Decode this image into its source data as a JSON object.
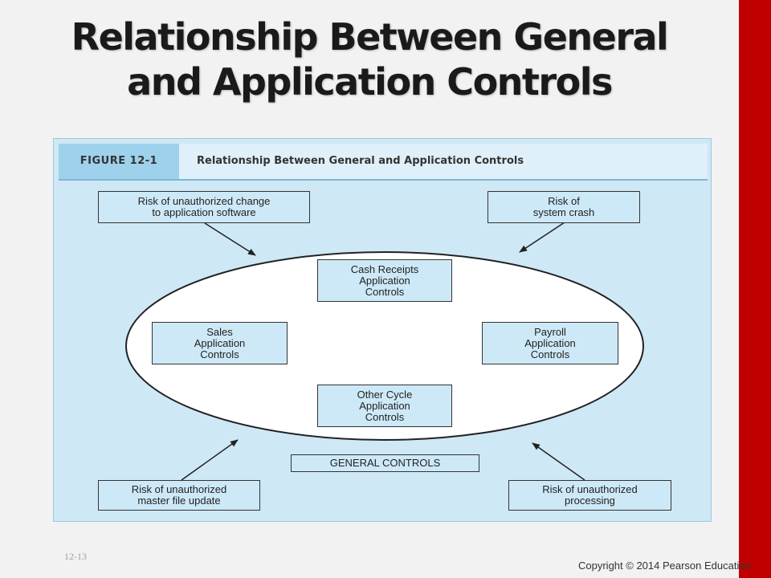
{
  "slide": {
    "title_line1": "Relationship Between General",
    "title_line2": "and Application Controls",
    "slide_number": "12-13",
    "copyright": "Copyright © 2014 Pearson Education"
  },
  "figure": {
    "number": "FIGURE 12-1",
    "title": "Relationship Between General and Application Controls"
  },
  "risks": {
    "top_left": [
      "Risk of unauthorized change",
      "to application software"
    ],
    "top_right": [
      "Risk of",
      "system crash"
    ],
    "bottom_left": [
      "Risk of unauthorized",
      "master file update"
    ],
    "bottom_right": [
      "Risk of unauthorized",
      "processing"
    ]
  },
  "application_controls": {
    "cash_receipts": [
      "Cash Receipts",
      "Application",
      "Controls"
    ],
    "sales": [
      "Sales",
      "Application",
      "Controls"
    ],
    "payroll": [
      "Payroll",
      "Application",
      "Controls"
    ],
    "other_cycle": [
      "Other Cycle",
      "Application",
      "Controls"
    ]
  },
  "general_controls_label": "GENERAL CONTROLS"
}
